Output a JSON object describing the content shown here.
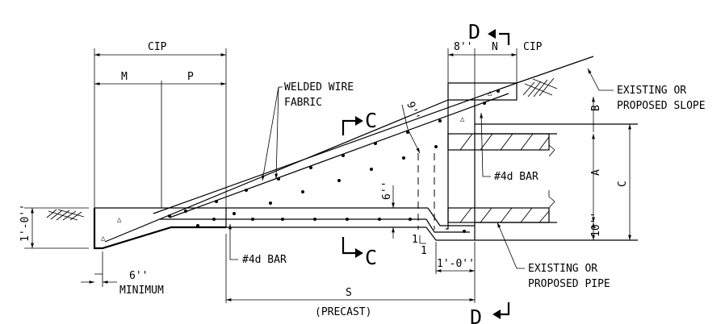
{
  "labels": {
    "cip_left": "CIP",
    "m": "M",
    "p": "P",
    "welded_wire_1": "WELDED WIRE",
    "welded_wire_2": "FABRIC",
    "d": "D",
    "eight_in": "8''",
    "n": "N",
    "cip_right": "CIP",
    "existing_slope_1": "EXISTING OR",
    "existing_slope_2": "PROPOSED SLOPE",
    "b": "B",
    "c_section": "C",
    "nine_in": "9''",
    "four_d_bar_upper": "#4d BAR",
    "a": "A",
    "c_dim": "C",
    "six_in_vert": "6''",
    "one_ft_left": "1'-0''",
    "ten_in": "10''",
    "slope_one_a": "1",
    "slope_one_b": "1",
    "four_d_bar_lower": "#4d BAR",
    "one_ft_bottom": "1'-0''",
    "existing_pipe_1": "EXISTING OR",
    "existing_pipe_2": "PROPOSED PIPE",
    "six_in_min": "6''",
    "minimum": "MINIMUM",
    "s": "S",
    "precast": "(PRECAST)"
  }
}
